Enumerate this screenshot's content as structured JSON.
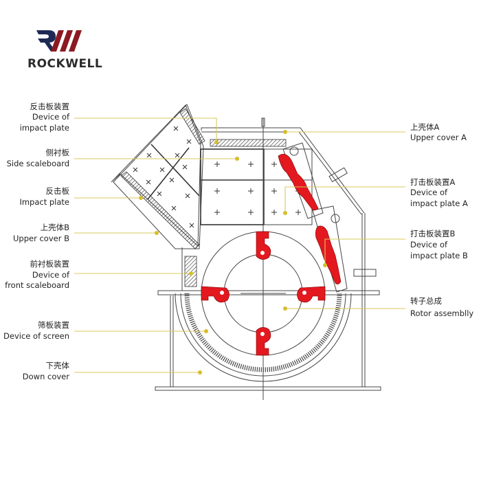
{
  "logo": {
    "mark": "RW",
    "text": "ROCKWELL",
    "colors": {
      "navy": "#1d2a55",
      "red": "#8b1a22"
    }
  },
  "left_labels": [
    {
      "cn": "反击板装置",
      "en": [
        "Device of",
        "impact plate"
      ]
    },
    {
      "cn": "侧衬板",
      "en": [
        "Side scaleboard"
      ]
    },
    {
      "cn": "反击板",
      "en": [
        "Impact plate"
      ]
    },
    {
      "cn": "上壳体B",
      "en": [
        "Upper cover B"
      ]
    },
    {
      "cn": "前衬板装置",
      "en": [
        "Device of",
        "front scaleboard"
      ]
    },
    {
      "cn": "筛板装置",
      "en": [
        "Device of screen"
      ]
    },
    {
      "cn": "下壳体",
      "en": [
        "Down cover"
      ]
    }
  ],
  "right_labels": [
    {
      "cn": "上壳体A",
      "en": [
        "Upper cover A"
      ]
    },
    {
      "cn": "打击板装置A",
      "en": [
        "Device of",
        "impact plate A"
      ]
    },
    {
      "cn": "打击板装置B",
      "en": [
        "Device of",
        "impact plate B"
      ]
    },
    {
      "cn": "转子总成",
      "en": [
        "Rotor assemblly"
      ]
    }
  ],
  "colors": {
    "leader": "#d9c85e",
    "hammer": "#e3191f"
  }
}
